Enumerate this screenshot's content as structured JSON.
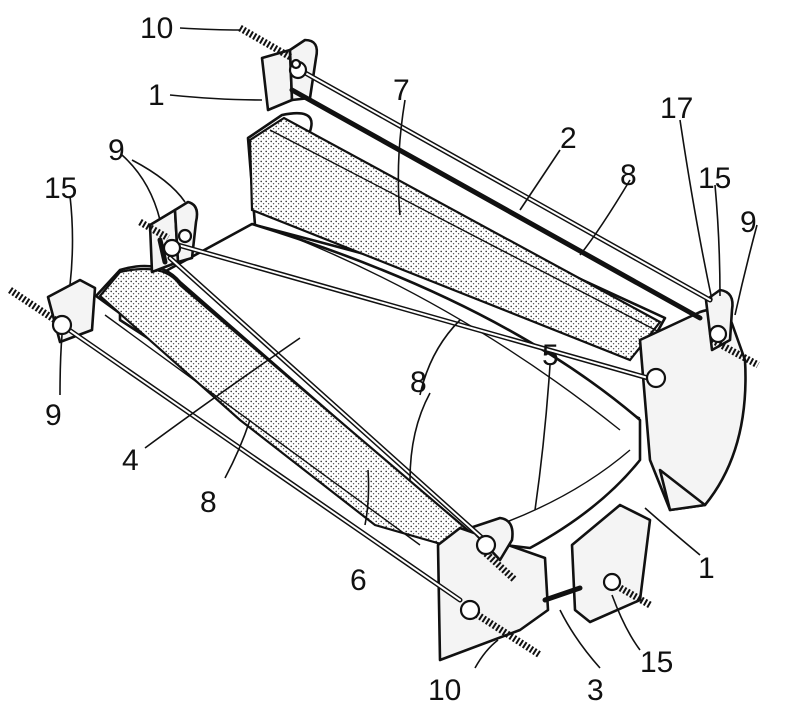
{
  "labels": {
    "l10_top": "10",
    "l1_top": "1",
    "l7": "7",
    "l2": "2",
    "l8_right": "8",
    "l17": "17",
    "l15_right": "15",
    "l9_right": "9",
    "l9_upper_left": "9",
    "l15_left": "15",
    "l9_left": "9",
    "l8_mid": "8",
    "l4": "4",
    "l5": "5",
    "l1_right": "1",
    "l8_left": "8",
    "l6": "6",
    "l10_bottom": "10",
    "l3": "3",
    "l15_bottom": "15"
  }
}
